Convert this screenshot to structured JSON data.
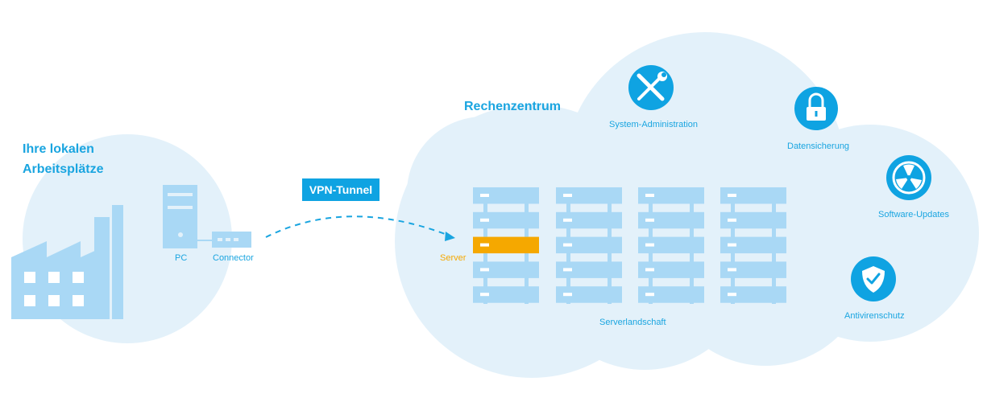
{
  "local": {
    "title_line1": "Ihre lokalen",
    "title_line2": "Arbeitsplätze",
    "pc_label": "PC",
    "connector_label": "Connector"
  },
  "vpn": {
    "label": "VPN-Tunnel"
  },
  "datacenter": {
    "title": "Rechenzentrum",
    "server_label": "Server",
    "serverlandscape_label": "Serverlandschaft"
  },
  "services": [
    {
      "label": "System-Administration",
      "icon": "wrench-screwdriver-icon"
    },
    {
      "label": "Datensicherung",
      "icon": "lock-icon"
    },
    {
      "label": "Software-Updates",
      "icon": "fan-icon"
    },
    {
      "label": "Antivirenschutz",
      "icon": "shield-check-icon"
    }
  ],
  "colors": {
    "cloud": "#e3f1fa",
    "accent": "#1aa5e0",
    "icon_circle": "#0fa3e2",
    "light_blue": "#a9d8f5",
    "server_highlight": "#f5a800"
  }
}
